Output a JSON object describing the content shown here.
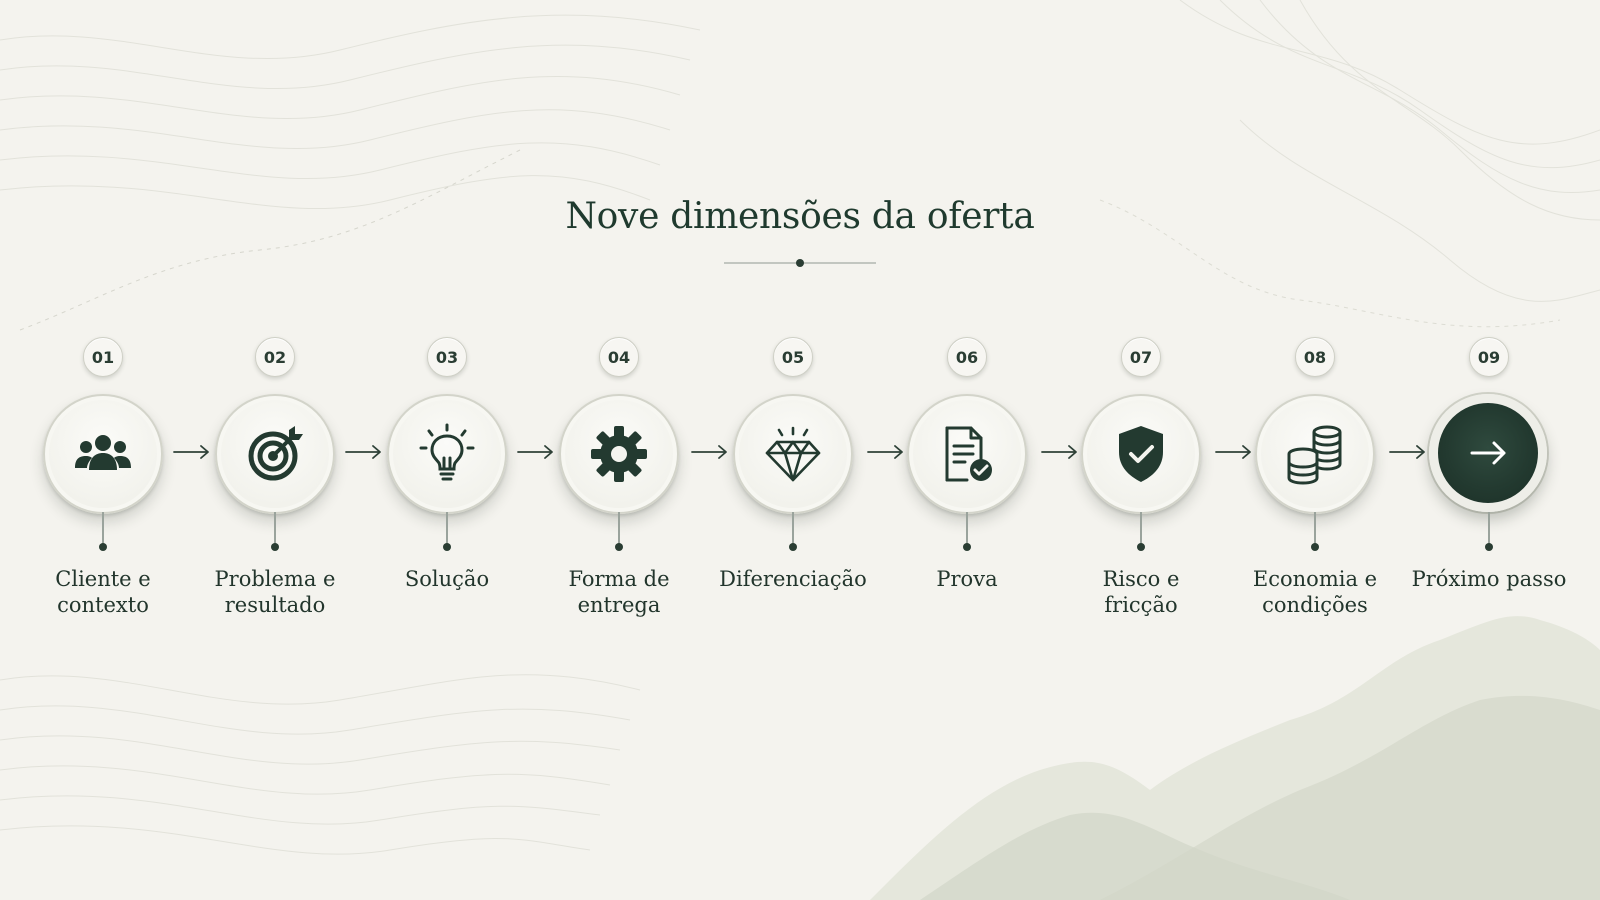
{
  "title": "Nove dimensões da oferta",
  "colors": {
    "background": "#f4f3ee",
    "ink": "#1f3a2e",
    "accent_dark": "#233a30",
    "mountain": "#dfe2d6"
  },
  "steps": [
    {
      "number": "01",
      "label_lines": [
        "Cliente e",
        "contexto"
      ],
      "icon": "people-icon"
    },
    {
      "number": "02",
      "label_lines": [
        "Problema e",
        "resultado"
      ],
      "icon": "target-icon"
    },
    {
      "number": "03",
      "label_lines": [
        "Solução"
      ],
      "icon": "lightbulb-icon"
    },
    {
      "number": "04",
      "label_lines": [
        "Forma de",
        "entrega"
      ],
      "icon": "gear-icon"
    },
    {
      "number": "05",
      "label_lines": [
        "Diferenciação"
      ],
      "icon": "diamond-icon"
    },
    {
      "number": "06",
      "label_lines": [
        "Prova"
      ],
      "icon": "document-check-icon"
    },
    {
      "number": "07",
      "label_lines": [
        "Risco e",
        "fricção"
      ],
      "icon": "shield-check-icon"
    },
    {
      "number": "08",
      "label_lines": [
        "Economia e",
        "condições"
      ],
      "icon": "coins-icon"
    },
    {
      "number": "09",
      "label_lines": [
        "Próximo passo"
      ],
      "icon": "arrow-right-icon"
    }
  ]
}
